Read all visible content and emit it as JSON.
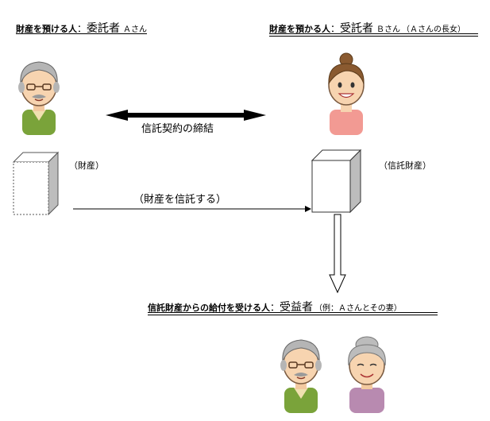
{
  "settlor": {
    "bold": "財産を預ける人",
    "sep": "：",
    "role": "委託者",
    "name": "Ａさん"
  },
  "trustee": {
    "bold": "財産を預かる人",
    "sep": "：",
    "role": "受託者",
    "name": "Ｂさん",
    "note": "（Ａさんの長女）"
  },
  "beneficiary": {
    "bold": "信託財産からの給付を受ける人",
    "sep": "：",
    "role": "受益者",
    "note": "（例：Ａさんとその妻）"
  },
  "contract_label": "信託契約の締結",
  "property_label": "（財産）",
  "trust_property_label": "（信託財産）",
  "transfer_label": "（財産を信託する）"
}
